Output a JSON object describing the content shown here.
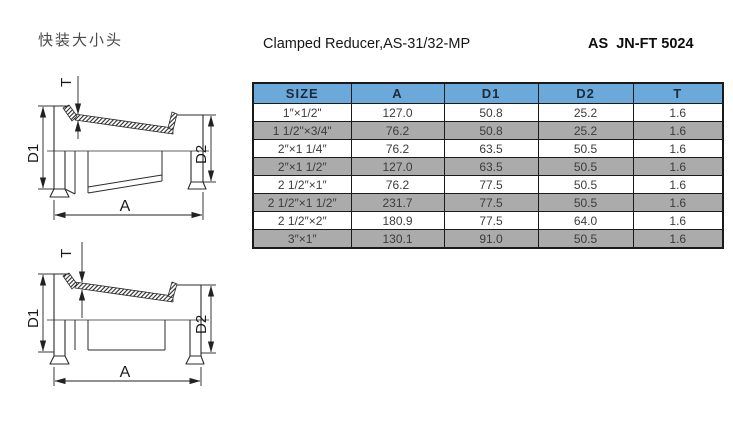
{
  "header": {
    "title_cn": "快装大小头",
    "title_en": "Clamped Reducer,AS-31/32-MP",
    "part_no": "AS  JN-FT 5024"
  },
  "drawings": {
    "labels": {
      "t": "T",
      "d1": "D1",
      "d2": "D2",
      "a": "A"
    }
  },
  "colors": {
    "table_header_bg": "#6CA9DB",
    "table_alt_row_bg": "#ABABAB",
    "table_border": "#1A1A1A",
    "drawing_stroke": "#2B2B2B"
  },
  "table": {
    "columns": [
      "SIZE",
      "A",
      "D1",
      "D2",
      "T"
    ],
    "rows": [
      [
        "1″×1/2\"",
        "127.0",
        "50.8",
        "25.2",
        "1.6"
      ],
      [
        "1 1/2\"×3/4\"",
        "76.2",
        "50.8",
        "25.2",
        "1.6"
      ],
      [
        "2″×1 1/4″",
        "76.2",
        "63.5",
        "50.5",
        "1.6"
      ],
      [
        "2″×1 1/2″",
        "127.0",
        "63.5",
        "50.5",
        "1.6"
      ],
      [
        "2 1/2″×1″",
        "76.2",
        "77.5",
        "50.5",
        "1.6"
      ],
      [
        "2 1/2″×1 1/2″",
        "231.7",
        "77.5",
        "50.5",
        "1.6"
      ],
      [
        "2 1/2″×2″",
        "180.9",
        "77.5",
        "64.0",
        "1.6"
      ],
      [
        "3″×1″",
        "130.1",
        "91.0",
        "50.5",
        "1.6"
      ]
    ]
  }
}
